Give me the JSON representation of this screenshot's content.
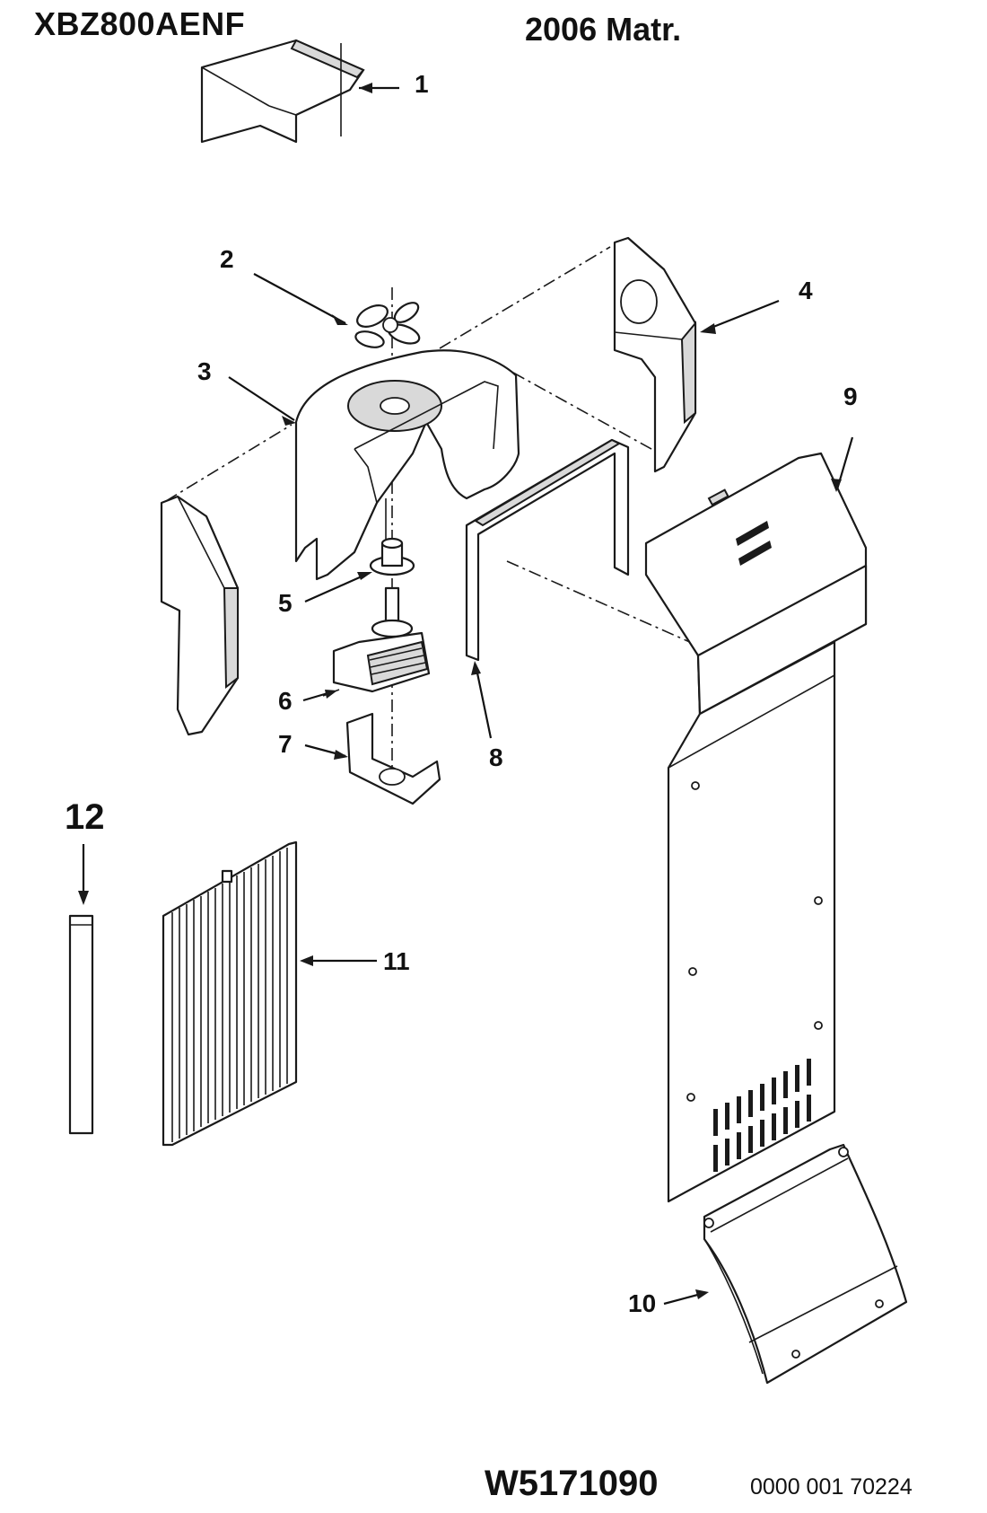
{
  "header": {
    "model": "XBZ800AENF",
    "matr": "2006 Matr."
  },
  "footer": {
    "doc_number": "W5171090",
    "code": "0000 001 70224"
  },
  "callouts": [
    "1",
    "2",
    "3",
    "4",
    "5",
    "6",
    "7",
    "8",
    "9",
    "10",
    "11",
    "12"
  ],
  "colors": {
    "line": "#1a1a1a",
    "shade": "#d9d9d9",
    "background": "#ffffff"
  }
}
